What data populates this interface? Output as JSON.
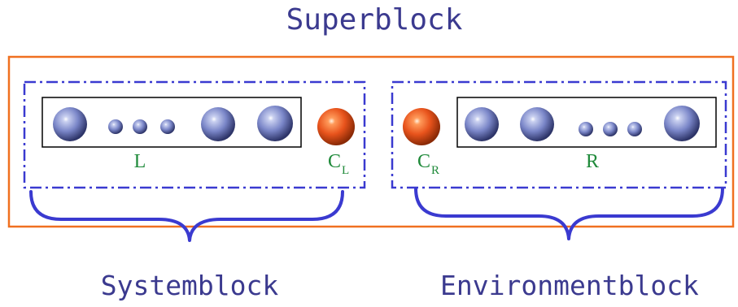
{
  "title": "Superblock",
  "system_label": "Systemblock",
  "environment_label": "Environmentblock",
  "left_label": "L",
  "right_label": "R",
  "center_left": {
    "letter": "C",
    "subscript": "L"
  },
  "center_right": {
    "letter": "C",
    "subscript": "R"
  },
  "colors": {
    "superblock_border": "#f07020",
    "block_border": "#3a3ad0",
    "brace": "#3a3ad0",
    "title_text": "#3b3a8f",
    "label_text": "#1f8a3a",
    "site_blue": "#7a86c8",
    "site_orange": "#e8531c"
  }
}
